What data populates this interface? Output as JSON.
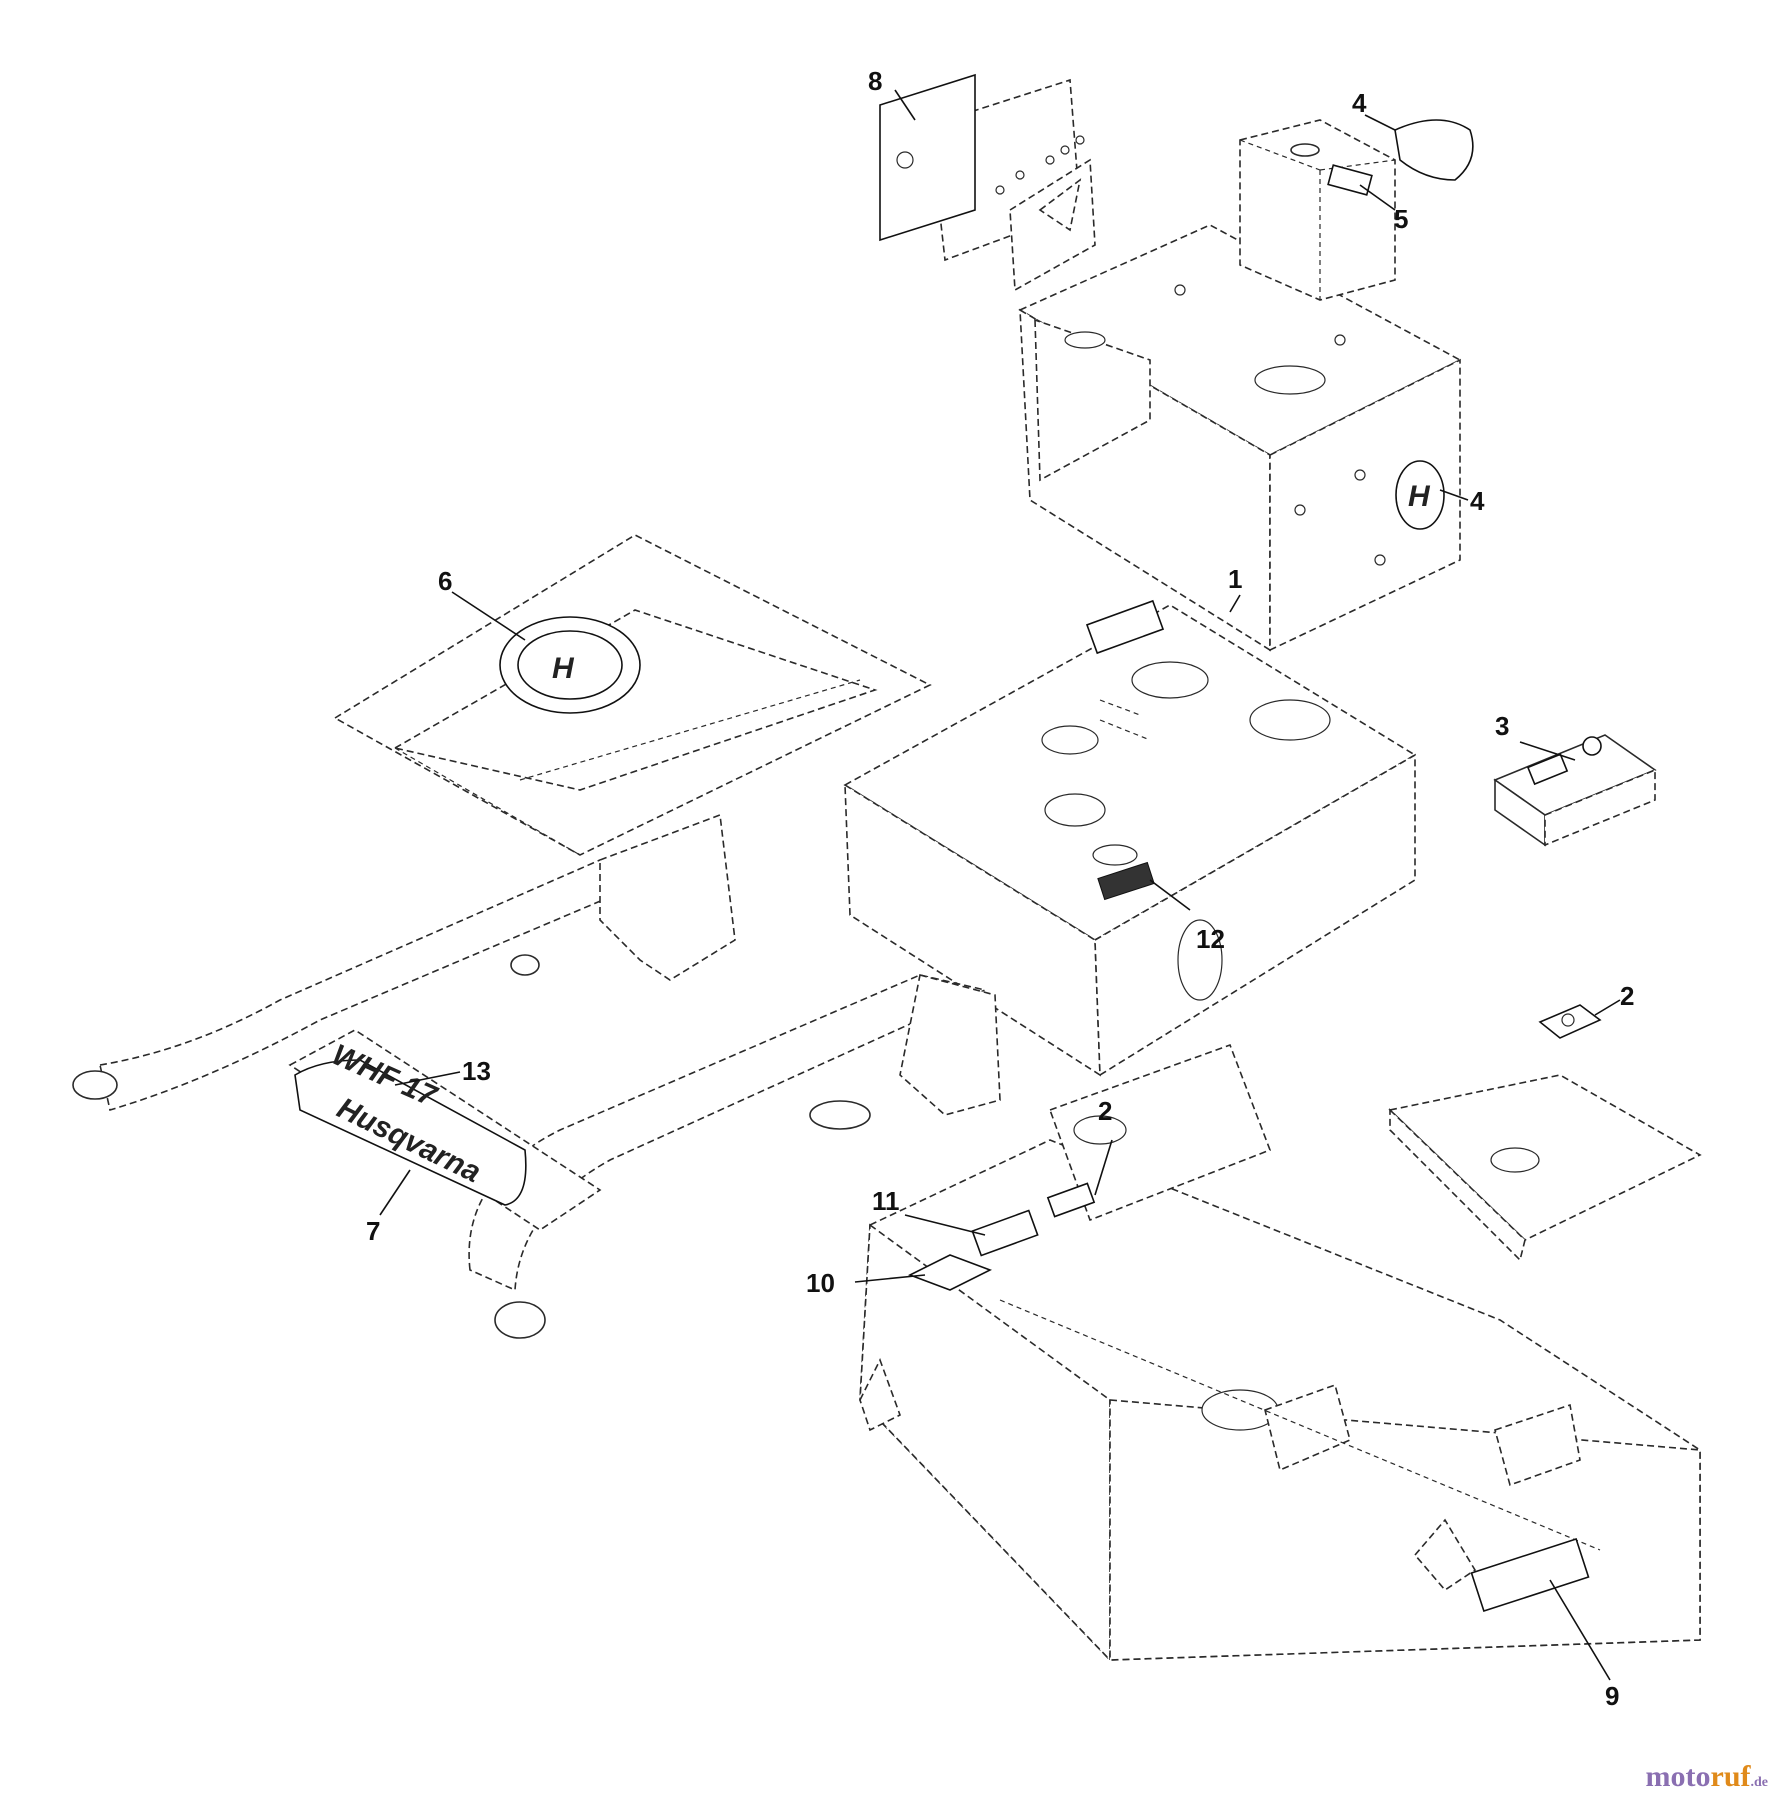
{
  "callouts": {
    "c1": "1",
    "c2a": "2",
    "c2b": "2",
    "c3": "3",
    "c4a": "4",
    "c4b": "4",
    "c5": "5",
    "c6": "6",
    "c7": "7",
    "c8": "8",
    "c9": "9",
    "c10": "10",
    "c11": "11",
    "c12": "12",
    "c13": "13"
  },
  "decals": {
    "brand_name": "Husqvarna",
    "model_badge": "WHF 17"
  },
  "watermark": {
    "name_a": "moto",
    "name_b": "ruf",
    "tld": ".de"
  }
}
